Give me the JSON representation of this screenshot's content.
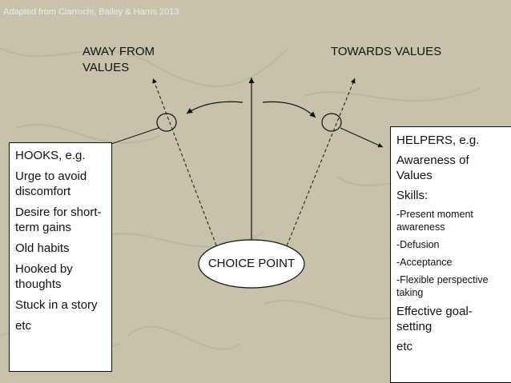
{
  "attribution": "Adapted from Ciarrochi, Bailey & Harris 2013",
  "labels": {
    "away": "AWAY FROM VALUES",
    "towards": "TOWARDS VALUES",
    "choice_point": "CHOICE POINT"
  },
  "hooks": {
    "items": [
      "HOOKS, e.g.",
      "Urge to avoid discomfort",
      "Desire for short-term gains",
      "Old habits",
      "Hooked by thoughts",
      "Stuck in a story",
      "etc"
    ]
  },
  "helpers": {
    "items": [
      {
        "text": "HELPERS, e.g.",
        "size": "big"
      },
      {
        "text": "Awareness of Values",
        "size": "big"
      },
      {
        "text": "Skills:",
        "size": "big"
      },
      {
        "text": "-Present moment awareness",
        "size": "small"
      },
      {
        "text": "-Defusion",
        "size": "small"
      },
      {
        "text": "-Acceptance",
        "size": "small"
      },
      {
        "text": "-Flexible perspective taking",
        "size": "small"
      },
      {
        "text": "Effective goal-setting",
        "size": "big"
      },
      {
        "text": "etc",
        "size": "big"
      }
    ]
  },
  "colors": {
    "background": "#c6c3aa",
    "attribution": "#eeeeee",
    "box": "#ffffff",
    "line": "#111111"
  }
}
